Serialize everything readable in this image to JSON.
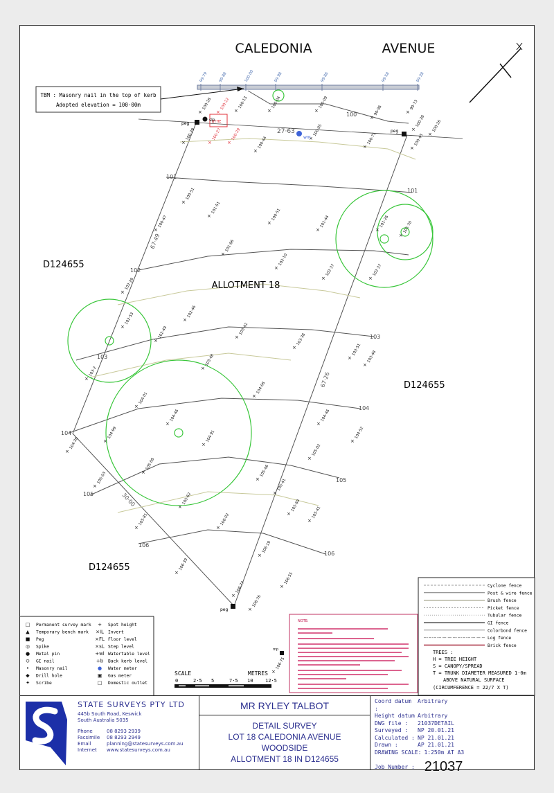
{
  "drawing": {
    "street": [
      "CALEDONIA",
      "AVENUE"
    ],
    "tbm_note": [
      "TBM : Masonry nail in the top of kerb",
      "Adopted elevation = 100·00m"
    ],
    "allotment_label": "ALLOTMENT 18",
    "neighbours": [
      "D124655",
      "D124655",
      "D124655"
    ],
    "boundary_dims": [
      "67·49",
      "67·26",
      "30·00",
      "27·63"
    ],
    "contours": [
      "100",
      "101",
      "101",
      "102",
      "103",
      "103",
      "104",
      "104",
      "105",
      "105",
      "106",
      "106"
    ],
    "kerb_levels": [
      "99·79",
      "99·88",
      "100·00",
      "99·98",
      "99·86",
      "99·58",
      "99·38"
    ],
    "spot_heights": [
      "100·29",
      "100·28",
      "100·13",
      "100·22",
      "100·27",
      "100·29",
      "100·04",
      "100·09",
      "100·44",
      "100·05",
      "100·71",
      "99·96",
      "99·73",
      "100·28",
      "100·26",
      "100·43",
      "100·51",
      "100·47",
      "101·51",
      "100·51",
      "101·44",
      "101·26",
      "101·70",
      "101·86",
      "102·10",
      "102·37",
      "102·37",
      "102·28",
      "102·53",
      "102·49",
      "102·46",
      "103·42",
      "103·38",
      "103·51",
      "103·48",
      "103·2",
      "103·48",
      "104·08",
      "104·01",
      "104·46",
      "104·46",
      "104·52",
      "104·36",
      "104·99",
      "104·91",
      "105·02",
      "105·03",
      "105·08",
      "105·46",
      "105·41",
      "105·62",
      "105·69",
      "105·41",
      "105·81",
      "106·02",
      "106·19",
      "106·39",
      "106·55",
      "106·77",
      "106·76",
      "106·75"
    ],
    "point_labels": {
      "peg": "peg",
      "slp": "slp",
      "wm": "wm",
      "gas": "mp"
    },
    "red_tag": "BTHE"
  },
  "legend_symbols": [
    {
      "symbol": "□",
      "label": "Permanent survey mark"
    },
    {
      "symbol": "▲",
      "label": "Temporary bench mark"
    },
    {
      "symbol": "■",
      "label": "Peg"
    },
    {
      "symbol": "◎",
      "label": "Spike"
    },
    {
      "symbol": "●",
      "label": "Metal pin"
    },
    {
      "symbol": "⊙",
      "label": "GI nail"
    },
    {
      "symbol": "•",
      "label": "Masonry nail"
    },
    {
      "symbol": "◆",
      "label": "Drill hole"
    },
    {
      "symbol": "✦",
      "label": "Scribe"
    },
    {
      "symbol": "+",
      "label": "Spot height"
    },
    {
      "symbol": "×IL",
      "label": "Invert"
    },
    {
      "symbol": "×FL",
      "label": "Floor level"
    },
    {
      "symbol": "×sL",
      "label": "Step level"
    },
    {
      "symbol": "+wl",
      "label": "Watertable level"
    },
    {
      "symbol": "+b",
      "label": "Back kerb level"
    },
    {
      "symbol": "●",
      "label": "Water meter"
    },
    {
      "symbol": "▣",
      "label": "Gas meter"
    },
    {
      "symbol": "□",
      "label": "Domestic outlet"
    }
  ],
  "legend_fences": [
    "Cyclone fence",
    "Post & wire fence",
    "Brush fence",
    "Picket fence",
    "Tubular fence",
    "GI fence",
    "Colorbond fence",
    "Log fence",
    "Brick fence"
  ],
  "trees_note": {
    "title": "TREES :",
    "lines": [
      "H = TREE HEIGHT",
      "S = CANOPY/SPREAD",
      "T = TRUNK DIAMETER MEASURED 1·0m",
      "ABOVE NATURAL SURFACE"
    ],
    "formula": "(CIRCUMFERENCE = 22/7 X T)"
  },
  "scale_bar": {
    "title": "SCALE",
    "unit": "METRES",
    "ticks": [
      "0",
      "2·5",
      "5",
      "7·5",
      "10",
      "12·5"
    ]
  },
  "notes": {
    "title": "NOTE:"
  },
  "company": {
    "name": "STATE SURVEYS PTY LTD",
    "address": [
      "445b South Road, Keswick",
      "South Australia 5035"
    ],
    "contacts": [
      {
        "k": "Phone",
        "v": "08 8293 2939"
      },
      {
        "k": "Facsimile",
        "v": "08 8293 2949"
      },
      {
        "k": "Email",
        "v": "planning@statesurveys.com.au"
      },
      {
        "k": "Internet",
        "v": "www.statesurveys.com.au"
      }
    ]
  },
  "client": "MR RYLEY TALBOT",
  "description": [
    "DETAIL SURVEY",
    "LOT 18 CALEDONIA AVENUE",
    "WOODSIDE",
    "ALLOTMENT 18 IN D124655"
  ],
  "info": [
    {
      "k": "Coord datum :",
      "v": "Arbitrary"
    },
    {
      "k": "Height datum",
      "v": "Arbitrary"
    },
    {
      "k": "DWG file :",
      "v": "21037DETAIL"
    },
    {
      "k": "Surveyed :",
      "v": "NP 20.01.21"
    },
    {
      "k": "Calculated :",
      "v": "NP 21.01.21"
    },
    {
      "k": "Drawn :",
      "v": "AP 21.01.21"
    },
    {
      "k": "DRAWING SCALE:",
      "v": "1:250m AT A3"
    }
  ],
  "job": {
    "label": "Job Number :",
    "value": "21037"
  }
}
